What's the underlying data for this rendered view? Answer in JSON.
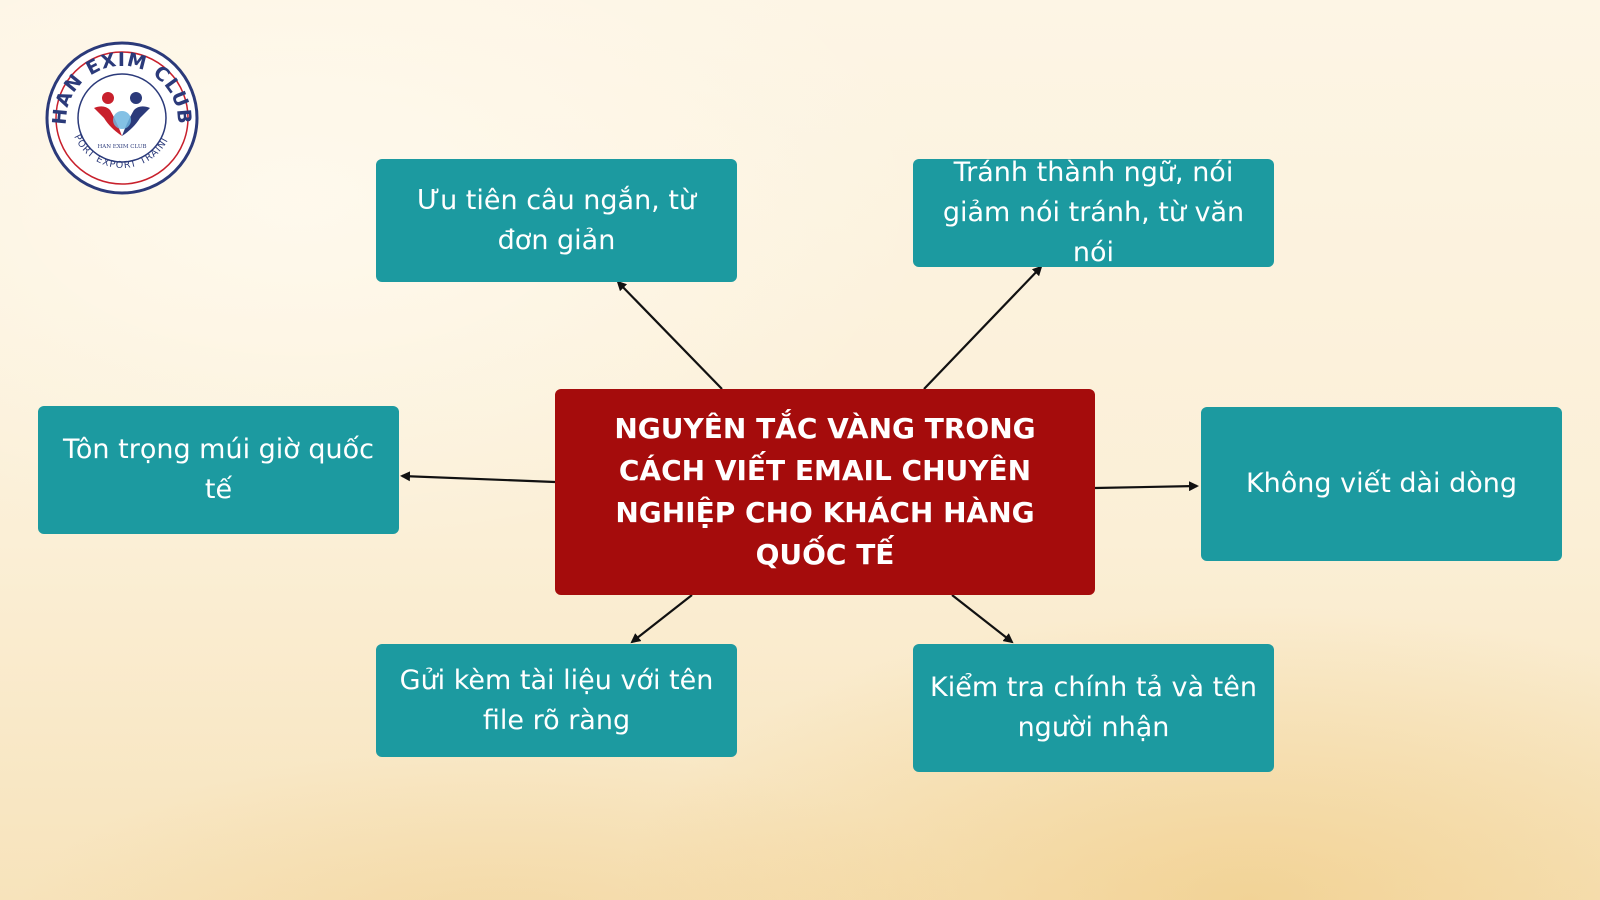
{
  "logo": {
    "ring_text": "HAN EXIM CLUB",
    "bottom_text": "IMPORT EXPORT TRAINING",
    "inner_text": "HAN EXIM CLUB",
    "ring_color": "#2b3a7a",
    "accent_color": "#c8202c"
  },
  "center": {
    "title": "NGUYÊN TẮC VÀNG TRONG CÁCH VIẾT EMAIL CHUYÊN NGHIỆP CHO KHÁCH HÀNG QUỐC TẾ",
    "color": "#a50c0c"
  },
  "nodes": {
    "top_left": "Ưu tiên câu ngắn, từ đơn giản",
    "top_right": "Tránh thành ngữ, nói giảm nói tránh, từ văn nói",
    "left": "Tôn trọng múi giờ quốc tế",
    "right": "Không viết dài dòng",
    "bottom_left": "Gửi kèm tài liệu với tên file rõ ràng",
    "bottom_right": "Kiểm tra chính tả và tên người nhận"
  },
  "node_color": "#1c9aa0"
}
